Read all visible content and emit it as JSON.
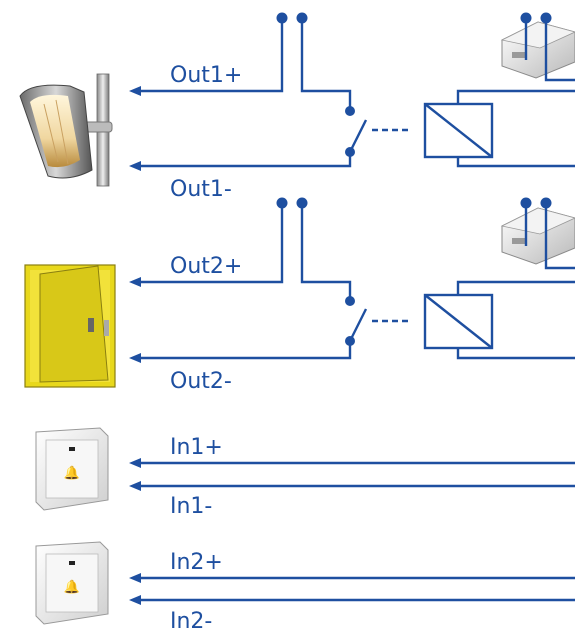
{
  "labels": {
    "out1_plus": "Out1+",
    "out1_minus": "Out1-",
    "out2_plus": "Out2+",
    "out2_minus": "Out2-",
    "in1_plus": "In1+",
    "in1_minus": "In1-",
    "in2_plus": "In2+",
    "in2_minus": "In2-"
  },
  "devices": {
    "out1": "heater-icon",
    "out2": "door-icon",
    "in1": "bell-button-icon",
    "in2": "bell-button-icon",
    "relay": "din-relay-icon"
  },
  "colors": {
    "wire": "#1e4fa0",
    "door": "#e8d81c",
    "heater_glow": "#f0d7a0"
  }
}
